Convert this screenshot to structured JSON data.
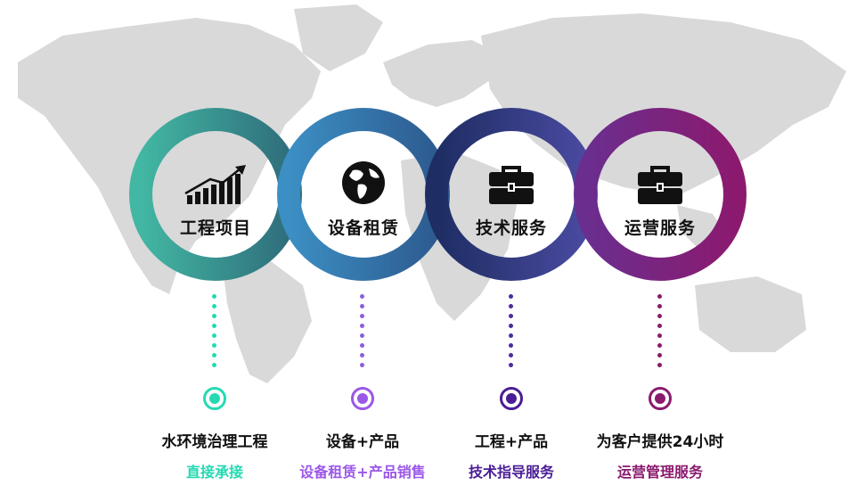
{
  "colors": {
    "map": "#d9d9d9",
    "ring1": [
      "#42b7a3",
      "#2f6d7b"
    ],
    "ring2": [
      "#3c8fc4",
      "#2d5a8f"
    ],
    "ring3": [
      "#1e2d63",
      "#4a4aa0"
    ],
    "ring4": [
      "#6a2e8f",
      "#8b1a6e"
    ]
  },
  "steps": [
    {
      "label": "工程项目",
      "icon": "growth-chart-icon",
      "caption": "水环境治理工程",
      "highlight": "直接承接",
      "accent": "#26d9b3",
      "dot_color": "#26d9b3"
    },
    {
      "label": "设备租赁",
      "icon": "globe-icon",
      "caption": "设备+产品",
      "highlight": "设备租赁+产品销售",
      "accent": "#9b57e8",
      "dot_color": "#8a5ee0"
    },
    {
      "label": "技术服务",
      "icon": "briefcase-icon",
      "caption": "工程+产品",
      "highlight": "技术指导服务",
      "accent": "#4a1d96",
      "dot_color": "#4d2aa0"
    },
    {
      "label": "运营服务",
      "icon": "briefcase-icon",
      "caption": "为客户提供24小时",
      "highlight": "运营管理服务",
      "accent": "#8a1a6e",
      "dot_color": "#8a1a6e"
    }
  ]
}
